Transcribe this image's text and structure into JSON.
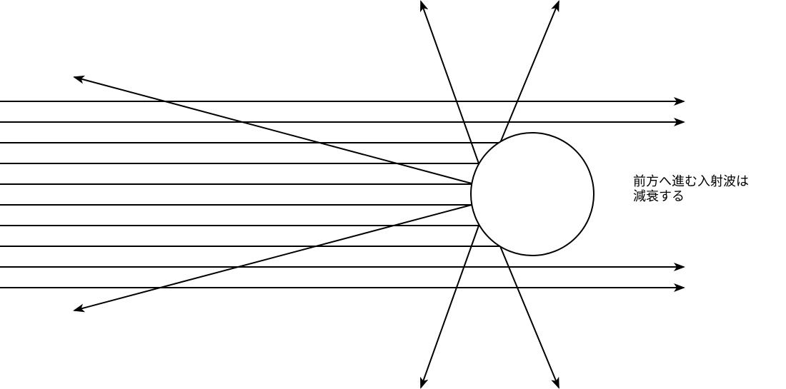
{
  "diagram": {
    "title": "",
    "caption_lines": [
      "前方へ進む入射波は",
      "減衰する"
    ],
    "colors": {
      "stroke": "#000000",
      "background": "#ffffff",
      "obstacle_fill": "#ffffff"
    },
    "elements": {
      "obstacle": "circle",
      "incident_wave_count": 10,
      "transmitted_wave_count": 4,
      "reflected_wave_count": 2,
      "scattered_wave_count": 4
    }
  }
}
